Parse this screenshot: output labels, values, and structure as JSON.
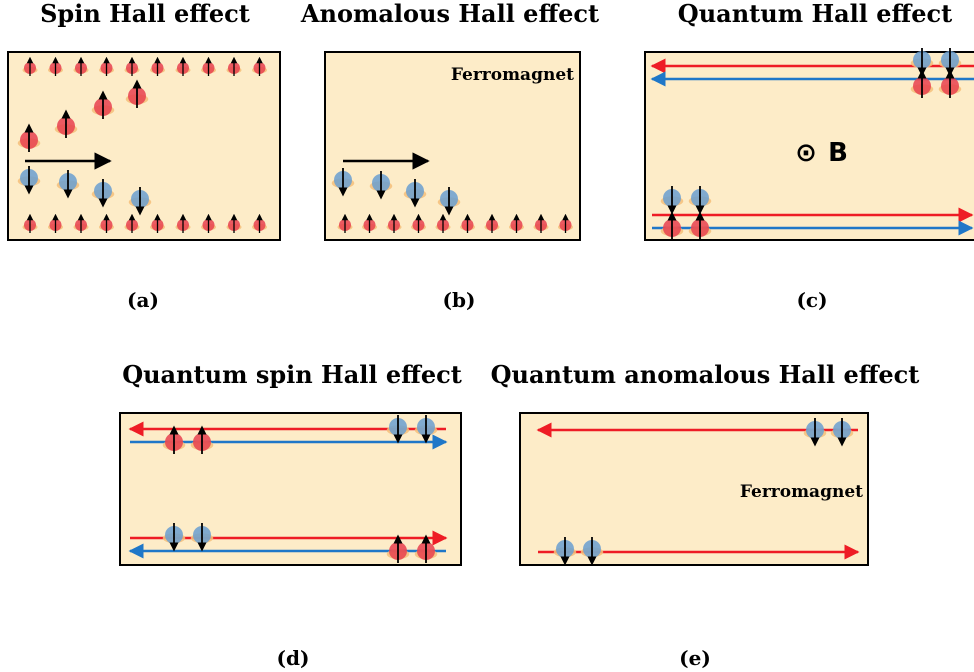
{
  "colors": {
    "panel_fill": "#fdecc8",
    "spin_up": "#e8414f",
    "spin_down": "#6a9fd0",
    "edge_red": "#ee1c25",
    "edge_blue": "#1f77c8",
    "halo": "#f5c07a"
  },
  "panels": [
    {
      "id": "a",
      "title": "Spin Hall effect",
      "caption": "(a)"
    },
    {
      "id": "b",
      "title": "Anomalous Hall effect",
      "caption": "(b)",
      "label": "Ferromagnet"
    },
    {
      "id": "c",
      "title": "Quantum Hall effect",
      "caption": "(c)",
      "field_symbol": "⊙",
      "field_label": "B"
    },
    {
      "id": "d",
      "title": "Quantum spin Hall effect",
      "caption": "(d)"
    },
    {
      "id": "e",
      "title": "Quantum anomalous Hall effect",
      "caption": "(e)",
      "label": "Ferromagnet"
    }
  ]
}
